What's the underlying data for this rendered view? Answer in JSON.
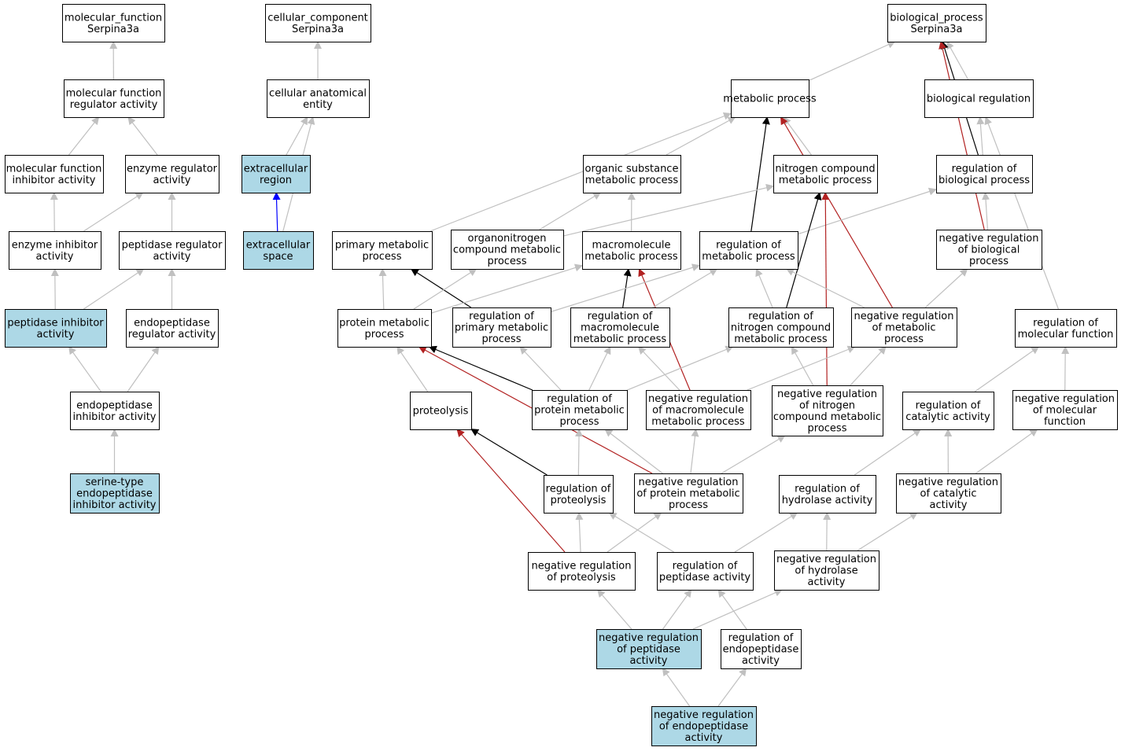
{
  "colors": {
    "highlight_fill": "#add8e6",
    "node_fill": "#ffffff",
    "node_border": "#000000",
    "edge_is_a": "#c0c0c0",
    "edge_regulates": "#000000",
    "edge_negatively_regulates": "#b22222",
    "edge_part_of": "#0000ff"
  },
  "nodes": [
    {
      "id": "mf",
      "lines": [
        "molecular_function",
        "Serpina3a"
      ]
    },
    {
      "id": "cc",
      "lines": [
        "cellular_component",
        "Serpina3a"
      ]
    },
    {
      "id": "bp",
      "lines": [
        "biological_process",
        "Serpina3a"
      ]
    },
    {
      "id": "mfra",
      "lines": [
        "molecular function",
        "regulator activity"
      ]
    },
    {
      "id": "cae",
      "lines": [
        "cellular anatomical",
        "entity"
      ]
    },
    {
      "id": "mp",
      "lines": [
        "metabolic process"
      ]
    },
    {
      "id": "br",
      "lines": [
        "biological regulation"
      ]
    },
    {
      "id": "mfia",
      "lines": [
        "molecular function",
        "inhibitor activity"
      ]
    },
    {
      "id": "era",
      "lines": [
        "enzyme regulator",
        "activity"
      ]
    },
    {
      "id": "er",
      "lines": [
        "extracellular",
        "region"
      ],
      "highlight": true
    },
    {
      "id": "osmp",
      "lines": [
        "organic substance",
        "metabolic process"
      ]
    },
    {
      "id": "ncmp",
      "lines": [
        "nitrogen compound",
        "metabolic process"
      ]
    },
    {
      "id": "rbp",
      "lines": [
        "regulation of",
        "biological process"
      ]
    },
    {
      "id": "eia",
      "lines": [
        "enzyme inhibitor",
        "activity"
      ]
    },
    {
      "id": "pra",
      "lines": [
        "peptidase regulator",
        "activity"
      ]
    },
    {
      "id": "es",
      "lines": [
        "extracellular",
        "space"
      ],
      "highlight": true
    },
    {
      "id": "pmp",
      "lines": [
        "primary metabolic",
        "process"
      ]
    },
    {
      "id": "oncmp",
      "lines": [
        "organonitrogen",
        "compound metabolic",
        "process"
      ]
    },
    {
      "id": "macmp",
      "lines": [
        "macromolecule",
        "metabolic process"
      ]
    },
    {
      "id": "rmp",
      "lines": [
        "regulation of",
        "metabolic process"
      ]
    },
    {
      "id": "nrbp",
      "lines": [
        "negative regulation",
        "of biological",
        "process"
      ]
    },
    {
      "id": "pia",
      "lines": [
        "peptidase inhibitor",
        "activity"
      ],
      "highlight": true
    },
    {
      "id": "epra",
      "lines": [
        "endopeptidase",
        "regulator activity"
      ]
    },
    {
      "id": "protmp",
      "lines": [
        "protein metabolic",
        "process"
      ]
    },
    {
      "id": "rprimp",
      "lines": [
        "regulation of",
        "primary metabolic",
        "process"
      ]
    },
    {
      "id": "rmacmp",
      "lines": [
        "regulation of",
        "macromolecule",
        "metabolic process"
      ]
    },
    {
      "id": "rncmp",
      "lines": [
        "regulation of",
        "nitrogen compound",
        "metabolic process"
      ]
    },
    {
      "id": "nrmp",
      "lines": [
        "negative regulation",
        "of metabolic",
        "process"
      ]
    },
    {
      "id": "rmf",
      "lines": [
        "regulation of",
        "molecular function"
      ]
    },
    {
      "id": "epia",
      "lines": [
        "endopeptidase",
        "inhibitor activity"
      ]
    },
    {
      "id": "prot",
      "lines": [
        "proteolysis"
      ]
    },
    {
      "id": "rprotmp",
      "lines": [
        "regulation of",
        "protein metabolic",
        "process"
      ]
    },
    {
      "id": "nrmacmp",
      "lines": [
        "negative regulation",
        "of macromolecule",
        "metabolic process"
      ]
    },
    {
      "id": "nrncmp",
      "lines": [
        "negative regulation",
        "of nitrogen",
        "compound metabolic",
        "process"
      ]
    },
    {
      "id": "rca",
      "lines": [
        "regulation of",
        "catalytic activity"
      ]
    },
    {
      "id": "nrmf",
      "lines": [
        "negative regulation",
        "of molecular",
        "function"
      ]
    },
    {
      "id": "steia",
      "lines": [
        "serine-type",
        "endopeptidase",
        "inhibitor activity"
      ],
      "highlight": true
    },
    {
      "id": "rprot",
      "lines": [
        "regulation of",
        "proteolysis"
      ]
    },
    {
      "id": "nrprotmp",
      "lines": [
        "negative regulation",
        "of protein metabolic",
        "process"
      ]
    },
    {
      "id": "rha",
      "lines": [
        "regulation of",
        "hydrolase activity"
      ]
    },
    {
      "id": "nrca",
      "lines": [
        "negative regulation",
        "of catalytic",
        "activity"
      ]
    },
    {
      "id": "nrprot",
      "lines": [
        "negative regulation",
        "of proteolysis"
      ]
    },
    {
      "id": "rpa",
      "lines": [
        "regulation of",
        "peptidase activity"
      ]
    },
    {
      "id": "nrha",
      "lines": [
        "negative regulation",
        "of hydrolase",
        "activity"
      ]
    },
    {
      "id": "nrpa",
      "lines": [
        "negative regulation",
        "of peptidase",
        "activity"
      ],
      "highlight": true
    },
    {
      "id": "rea",
      "lines": [
        "regulation of",
        "endopeptidase",
        "activity"
      ]
    },
    {
      "id": "nrea",
      "lines": [
        "negative regulation",
        "of endopeptidase",
        "activity"
      ],
      "highlight": true
    }
  ],
  "edges": [
    {
      "from": "mfra",
      "to": "mf",
      "type": "is_a"
    },
    {
      "from": "mfia",
      "to": "mfra",
      "type": "is_a"
    },
    {
      "from": "era",
      "to": "mfra",
      "type": "is_a"
    },
    {
      "from": "eia",
      "to": "mfia",
      "type": "is_a"
    },
    {
      "from": "eia",
      "to": "era",
      "type": "is_a"
    },
    {
      "from": "pra",
      "to": "era",
      "type": "is_a"
    },
    {
      "from": "pia",
      "to": "eia",
      "type": "is_a"
    },
    {
      "from": "pia",
      "to": "pra",
      "type": "is_a"
    },
    {
      "from": "epra",
      "to": "pra",
      "type": "is_a"
    },
    {
      "from": "epia",
      "to": "pia",
      "type": "is_a"
    },
    {
      "from": "epia",
      "to": "epra",
      "type": "is_a"
    },
    {
      "from": "steia",
      "to": "epia",
      "type": "is_a"
    },
    {
      "from": "cae",
      "to": "cc",
      "type": "is_a"
    },
    {
      "from": "er",
      "to": "cae",
      "type": "is_a"
    },
    {
      "from": "es",
      "to": "cae",
      "type": "is_a"
    },
    {
      "from": "es",
      "to": "er",
      "type": "part_of"
    },
    {
      "from": "mp",
      "to": "bp",
      "type": "is_a"
    },
    {
      "from": "br",
      "to": "bp",
      "type": "is_a"
    },
    {
      "from": "rbp",
      "to": "bp",
      "type": "regulates"
    },
    {
      "from": "nrbp",
      "to": "bp",
      "type": "negatively_regulates"
    },
    {
      "from": "rbp",
      "to": "br",
      "type": "is_a"
    },
    {
      "from": "rmf",
      "to": "br",
      "type": "is_a"
    },
    {
      "from": "osmp",
      "to": "mp",
      "type": "is_a"
    },
    {
      "from": "ncmp",
      "to": "mp",
      "type": "is_a"
    },
    {
      "from": "pmp",
      "to": "mp",
      "type": "is_a"
    },
    {
      "from": "rmp",
      "to": "mp",
      "type": "regulates"
    },
    {
      "from": "nrmp",
      "to": "mp",
      "type": "negatively_regulates"
    },
    {
      "from": "nrbp",
      "to": "rbp",
      "type": "is_a"
    },
    {
      "from": "rmp",
      "to": "rbp",
      "type": "is_a"
    },
    {
      "from": "oncmp",
      "to": "osmp",
      "type": "is_a"
    },
    {
      "from": "macmp",
      "to": "osmp",
      "type": "is_a"
    },
    {
      "from": "oncmp",
      "to": "ncmp",
      "type": "is_a"
    },
    {
      "from": "rncmp",
      "to": "ncmp",
      "type": "regulates"
    },
    {
      "from": "nrncmp",
      "to": "ncmp",
      "type": "negatively_regulates"
    },
    {
      "from": "protmp",
      "to": "pmp",
      "type": "is_a"
    },
    {
      "from": "rprimp",
      "to": "pmp",
      "type": "regulates"
    },
    {
      "from": "protmp",
      "to": "oncmp",
      "type": "is_a"
    },
    {
      "from": "protmp",
      "to": "macmp",
      "type": "is_a"
    },
    {
      "from": "rmacmp",
      "to": "macmp",
      "type": "regulates"
    },
    {
      "from": "nrmacmp",
      "to": "macmp",
      "type": "negatively_regulates"
    },
    {
      "from": "rprimp",
      "to": "rmp",
      "type": "is_a"
    },
    {
      "from": "rmacmp",
      "to": "rmp",
      "type": "is_a"
    },
    {
      "from": "rncmp",
      "to": "rmp",
      "type": "is_a"
    },
    {
      "from": "nrmp",
      "to": "rmp",
      "type": "is_a"
    },
    {
      "from": "nrmp",
      "to": "nrbp",
      "type": "is_a"
    },
    {
      "from": "prot",
      "to": "protmp",
      "type": "is_a"
    },
    {
      "from": "rprotmp",
      "to": "protmp",
      "type": "regulates"
    },
    {
      "from": "nrprotmp",
      "to": "protmp",
      "type": "negatively_regulates"
    },
    {
      "from": "rprotmp",
      "to": "rprimp",
      "type": "is_a"
    },
    {
      "from": "rprotmp",
      "to": "rmacmp",
      "type": "is_a"
    },
    {
      "from": "nrmacmp",
      "to": "rmacmp",
      "type": "is_a"
    },
    {
      "from": "rprotmp",
      "to": "rncmp",
      "type": "is_a"
    },
    {
      "from": "nrncmp",
      "to": "rncmp",
      "type": "is_a"
    },
    {
      "from": "nrmacmp",
      "to": "nrmp",
      "type": "is_a"
    },
    {
      "from": "nrncmp",
      "to": "nrmp",
      "type": "is_a"
    },
    {
      "from": "rca",
      "to": "rmf",
      "type": "is_a"
    },
    {
      "from": "nrmf",
      "to": "rmf",
      "type": "is_a"
    },
    {
      "from": "rprot",
      "to": "prot",
      "type": "regulates"
    },
    {
      "from": "nrprot",
      "to": "prot",
      "type": "negatively_regulates"
    },
    {
      "from": "rprot",
      "to": "rprotmp",
      "type": "is_a"
    },
    {
      "from": "nrprotmp",
      "to": "rprotmp",
      "type": "is_a"
    },
    {
      "from": "nrprotmp",
      "to": "nrmacmp",
      "type": "is_a"
    },
    {
      "from": "nrprotmp",
      "to": "nrncmp",
      "type": "is_a"
    },
    {
      "from": "rha",
      "to": "rca",
      "type": "is_a"
    },
    {
      "from": "nrca",
      "to": "rca",
      "type": "is_a"
    },
    {
      "from": "nrca",
      "to": "nrmf",
      "type": "is_a"
    },
    {
      "from": "nrprot",
      "to": "rprot",
      "type": "is_a"
    },
    {
      "from": "rpa",
      "to": "rprot",
      "type": "is_a"
    },
    {
      "from": "nrprot",
      "to": "nrprotmp",
      "type": "is_a"
    },
    {
      "from": "rpa",
      "to": "rha",
      "type": "is_a"
    },
    {
      "from": "nrha",
      "to": "rha",
      "type": "is_a"
    },
    {
      "from": "nrha",
      "to": "nrca",
      "type": "is_a"
    },
    {
      "from": "nrpa",
      "to": "nrprot",
      "type": "is_a"
    },
    {
      "from": "nrpa",
      "to": "rpa",
      "type": "is_a"
    },
    {
      "from": "rea",
      "to": "rpa",
      "type": "is_a"
    },
    {
      "from": "nrpa",
      "to": "nrha",
      "type": "is_a"
    },
    {
      "from": "nrea",
      "to": "nrpa",
      "type": "is_a"
    },
    {
      "from": "nrea",
      "to": "rea",
      "type": "is_a"
    }
  ]
}
